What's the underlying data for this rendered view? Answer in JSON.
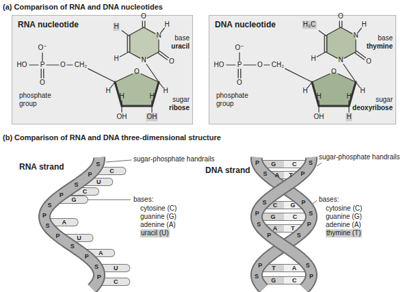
{
  "diagram": {
    "nodes": [
      {
        "text": [
          "RNA nucleotide"
        ]
      },
      {
        "text": [
          "DNA nucleotide"
        ]
      }
    ],
    "labels": [
      "(a) Comparison of RNA and DNA nucleotides",
      "(b) Comparison of RNA and DNA three-dimensional structure",
      "O⁻",
      "HO",
      "P",
      "O",
      "CH₂",
      "O",
      "phosphate",
      "group",
      "O",
      "H",
      "N",
      "H",
      "H",
      "N",
      "O",
      "base",
      "uracil",
      "O",
      "H",
      "H",
      "H",
      "H",
      "OH",
      "OH",
      "sugar",
      "ribose",
      "O⁻",
      "HO",
      "P",
      "O",
      "CH₂",
      "O",
      "phosphate",
      "group",
      "O",
      "H₃C",
      "N",
      "H",
      "H",
      "N",
      "O",
      "base",
      "thymine",
      "O",
      "H",
      "H",
      "H",
      "H",
      "OH",
      "H",
      "sugar",
      "deoxyribose",
      "RNA strand",
      "sugar-phosphate handrails",
      "bases:",
      "cytosine (C)",
      "guanine (G)",
      "adenine (A)",
      "uracil (U)",
      "DNA strand",
      "sugar-phosphate handrails",
      "bases:",
      "cytosine (C)",
      "guanine (G)",
      "adenine (A)",
      "thymine (T)",
      "S",
      "P",
      "S",
      "P",
      "S",
      "P",
      "S",
      "P",
      "S",
      "P",
      "S",
      "P",
      "C",
      "U",
      "C",
      "G",
      "A",
      "U",
      "A",
      "U",
      "C",
      "S",
      "P",
      "S",
      "P",
      "S",
      "P",
      "S",
      "P",
      "P",
      "S",
      "P",
      "S",
      "P",
      "S",
      "P",
      "S",
      "G",
      "C",
      "A",
      "T",
      "C",
      "G",
      "G",
      "C",
      "A",
      "T",
      "T",
      "A",
      "G",
      "C"
    ]
  }
}
